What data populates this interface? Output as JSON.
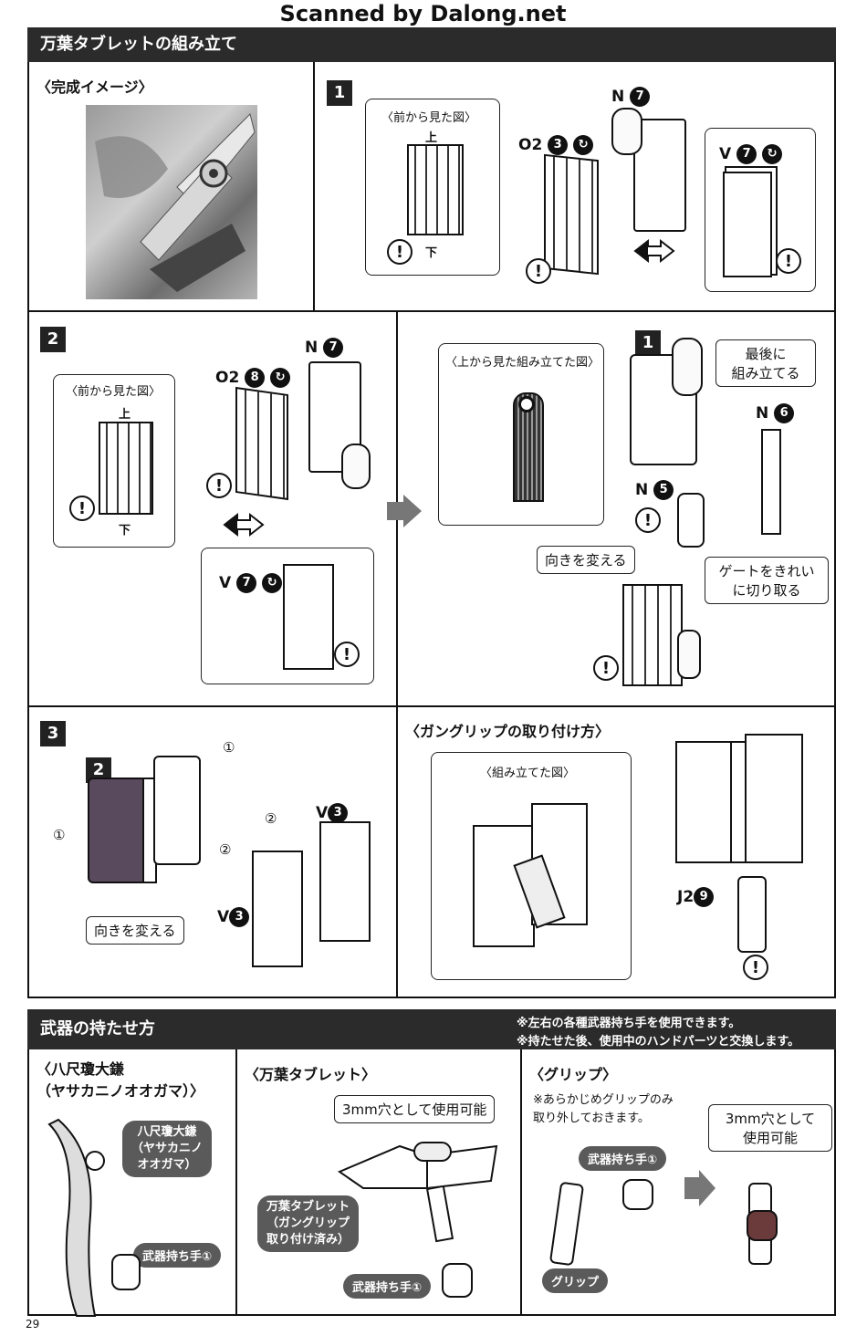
{
  "watermark": "Scanned by Dalong.net",
  "section1": {
    "title": "万葉タブレットの組み立て",
    "complete_image_label": "〈完成イメージ〉",
    "step1": {
      "num": "1",
      "front_view": "〈前から見た図〉",
      "up": "上",
      "down": "下",
      "part_o2": "O2",
      "o2_num": "3",
      "part_n": "N",
      "n_num": "7",
      "part_v": "V",
      "v_num": "7"
    },
    "step2": {
      "num": "2",
      "front_view": "〈前から見た図〉",
      "up": "上",
      "down": "下",
      "part_o2": "O2",
      "o2_num": "8",
      "part_n": "N",
      "n_num": "7",
      "part_v": "V",
      "v_num": "7",
      "top_view": "〈上から見た組み立てた図〉",
      "sub_num": "1",
      "last_assemble": "最後に\n組み立てる",
      "part_n6": "N",
      "n6_num": "6",
      "part_n5": "N",
      "n5_num": "5",
      "gate_clean": "ゲートをきれい\nに切り取る",
      "change_direction": "向きを変える"
    },
    "step3": {
      "num": "3",
      "sub_num": "2",
      "gangrip_title": "〈ガングリップの取り付け方〉",
      "assembled_view": "〈組み立てた図〉",
      "order1": "①",
      "order2": "②",
      "part_v": "V",
      "v_num": "3",
      "change_direction": "向きを変える",
      "part_j2": "J2",
      "j2_num": "9"
    }
  },
  "section2": {
    "title": "武器の持たせ方",
    "note1": "※左右の各種武器持ち手を使用できます。",
    "note2": "※持たせた後、使用中のハンドパーツと交換します。",
    "col1": {
      "title": "〈八尺瓊大鎌\n（ヤサカニノオオガマ）〉",
      "weapon_label": "八尺瓊大鎌\n（ヤサカニノ\nオオガマ）",
      "hand_label": "武器持ち手①"
    },
    "col2": {
      "title": "〈万葉タブレット〉",
      "hole_note": "3mm穴として使用可能",
      "tablet_label": "万葉タブレット\n（ガングリップ\n取り付け済み）",
      "hand_label": "武器持ち手①"
    },
    "col3": {
      "title": "〈グリップ〉",
      "instruction": "※あらかじめグリップのみ\n取り外しておきます。",
      "hand_label": "武器持ち手①",
      "grip_label": "グリップ",
      "hole_note": "3mm穴として\n使用可能"
    }
  },
  "page_number": "29"
}
